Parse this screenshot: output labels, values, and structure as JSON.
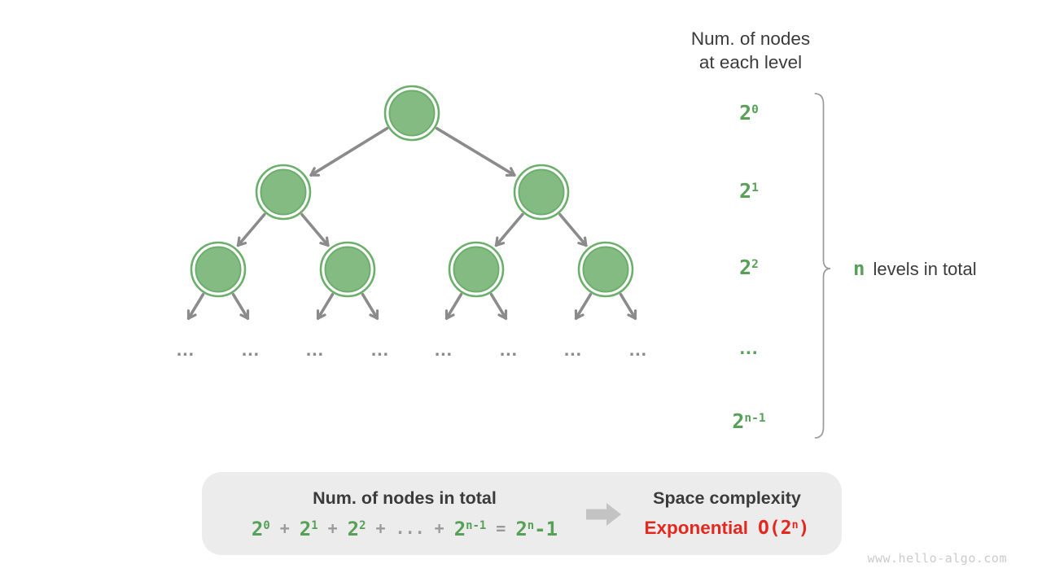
{
  "header": {
    "line1": "Num. of nodes",
    "line2": "at each level"
  },
  "levels": [
    {
      "base": "2",
      "sup": "0"
    },
    {
      "base": "2",
      "sup": "1"
    },
    {
      "base": "2",
      "sup": "2"
    },
    {
      "dots": "..."
    },
    {
      "base": "2",
      "sup": "n-1"
    }
  ],
  "brace": {
    "n": "n",
    "label": "levels in total"
  },
  "tree": {
    "ellipsis": "..."
  },
  "box": {
    "left_title": "Num. of nodes in total",
    "plus": "+",
    "dots": "...",
    "equals": "=",
    "terms": {
      "t0": {
        "base": "2",
        "sup": "0"
      },
      "t1": {
        "base": "2",
        "sup": "1"
      },
      "t2": {
        "base": "2",
        "sup": "2"
      },
      "t3": {
        "base": "2",
        "sup": "n-1"
      },
      "t4": {
        "base": "2",
        "sup": "n",
        "tail": "-1"
      }
    },
    "right_title": "Space complexity",
    "exp_word": "Exponential",
    "big_o": {
      "pre": "O(2",
      "sup": "n",
      "post": ")"
    }
  },
  "watermark": "www.hello-algo.com",
  "colors": {
    "green_text": "#57a057",
    "node_fill": "#83bb83",
    "node_ring": "#6caf6c",
    "edge_gray": "#8b8b8b",
    "operator_gray": "#9a9a9a",
    "dark_text": "#3b3b3b",
    "box_bg": "#ececec",
    "red": "#e4281d",
    "watermark_gray": "#cbcbcb"
  }
}
